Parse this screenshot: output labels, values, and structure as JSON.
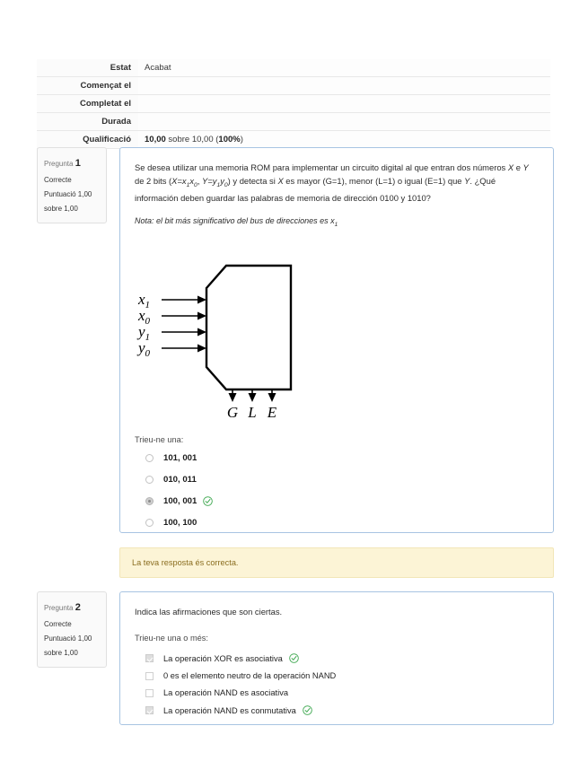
{
  "summary": {
    "rows": [
      {
        "label": "Estat",
        "value": "Acabat"
      },
      {
        "label": "Començat el",
        "value": ""
      },
      {
        "label": "Completat el",
        "value": ""
      },
      {
        "label": "Durada",
        "value": ""
      }
    ],
    "grade_label": "Qualificació",
    "grade_value": "10,00",
    "grade_middle": " sobre 10,00 (",
    "grade_percent": "100%",
    "grade_close": ")"
  },
  "questions": [
    {
      "info": {
        "number_label": "Pregunta",
        "number": "1",
        "state": "Correcte",
        "grade_line1": "Puntuació 1,00",
        "grade_line2": "sobre 1,00"
      },
      "text_part1": "Se desea utilizar una memoria ROM para implementar un circuito digital al que entran dos números ",
      "var_x1": "X",
      "text_part2": " e ",
      "var_y1": "Y",
      "text_part3": " de 2 bits (",
      "formula_x": "X=x",
      "formula_x_sub1": "1",
      "formula_x_2": "x",
      "formula_x_sub0": "0",
      "formula_sep": ", ",
      "formula_y": "Y=y",
      "formula_y_sub1": "1",
      "formula_y_2": "y",
      "formula_y_sub0": "0",
      "text_part4": ") y detecta si ",
      "var_x2": "X",
      "text_part5": " es mayor (G=1), menor (L=1) o igual (E=1) que ",
      "var_y2": "Y",
      "text_part6": ". ¿Qué información deben guardar las palabras de memoria de dirección 0100 y 1010?",
      "note_prefix": "Nota: el bit más significativo del bus de direcciones es x",
      "note_sub": "1",
      "diagram": {
        "name": "comparator-block-diagram",
        "inputs": [
          {
            "base": "x",
            "sub": "1"
          },
          {
            "base": "x",
            "sub": "0"
          },
          {
            "base": "y",
            "sub": "1"
          },
          {
            "base": "y",
            "sub": "0"
          }
        ],
        "outputs": [
          "G",
          "L",
          "E"
        ]
      },
      "answer_prompt": "Trieu-ne una:",
      "type": "radio",
      "options": [
        {
          "label": "101, 001",
          "selected": false,
          "correct_mark": false
        },
        {
          "label": "010, 011",
          "selected": false,
          "correct_mark": false
        },
        {
          "label": "100, 001",
          "selected": true,
          "correct_mark": true
        },
        {
          "label": "100, 100",
          "selected": false,
          "correct_mark": false
        }
      ],
      "feedback": "La teva resposta és correcta."
    },
    {
      "info": {
        "number_label": "Pregunta",
        "number": "2",
        "state": "Correcte",
        "grade_line1": "Puntuació 1,00",
        "grade_line2": "sobre 1,00"
      },
      "stem": "Indica las afirmaciones que son ciertas.",
      "answer_prompt": "Trieu-ne una o més:",
      "type": "checkbox",
      "options": [
        {
          "label": "La operación XOR es asociativa",
          "selected": true,
          "correct_mark": true
        },
        {
          "label": "0 es el elemento neutro de la operación NAND",
          "selected": false,
          "correct_mark": false
        },
        {
          "label": "La operación NAND es asociativa",
          "selected": false,
          "correct_mark": false
        },
        {
          "label": "La operación NAND es conmutativa",
          "selected": true,
          "correct_mark": true
        }
      ]
    }
  ],
  "colors": {
    "question_border": "#a8c4e2",
    "feedback_bg": "#fcf4d6",
    "correct_green": "#3aa64c"
  }
}
